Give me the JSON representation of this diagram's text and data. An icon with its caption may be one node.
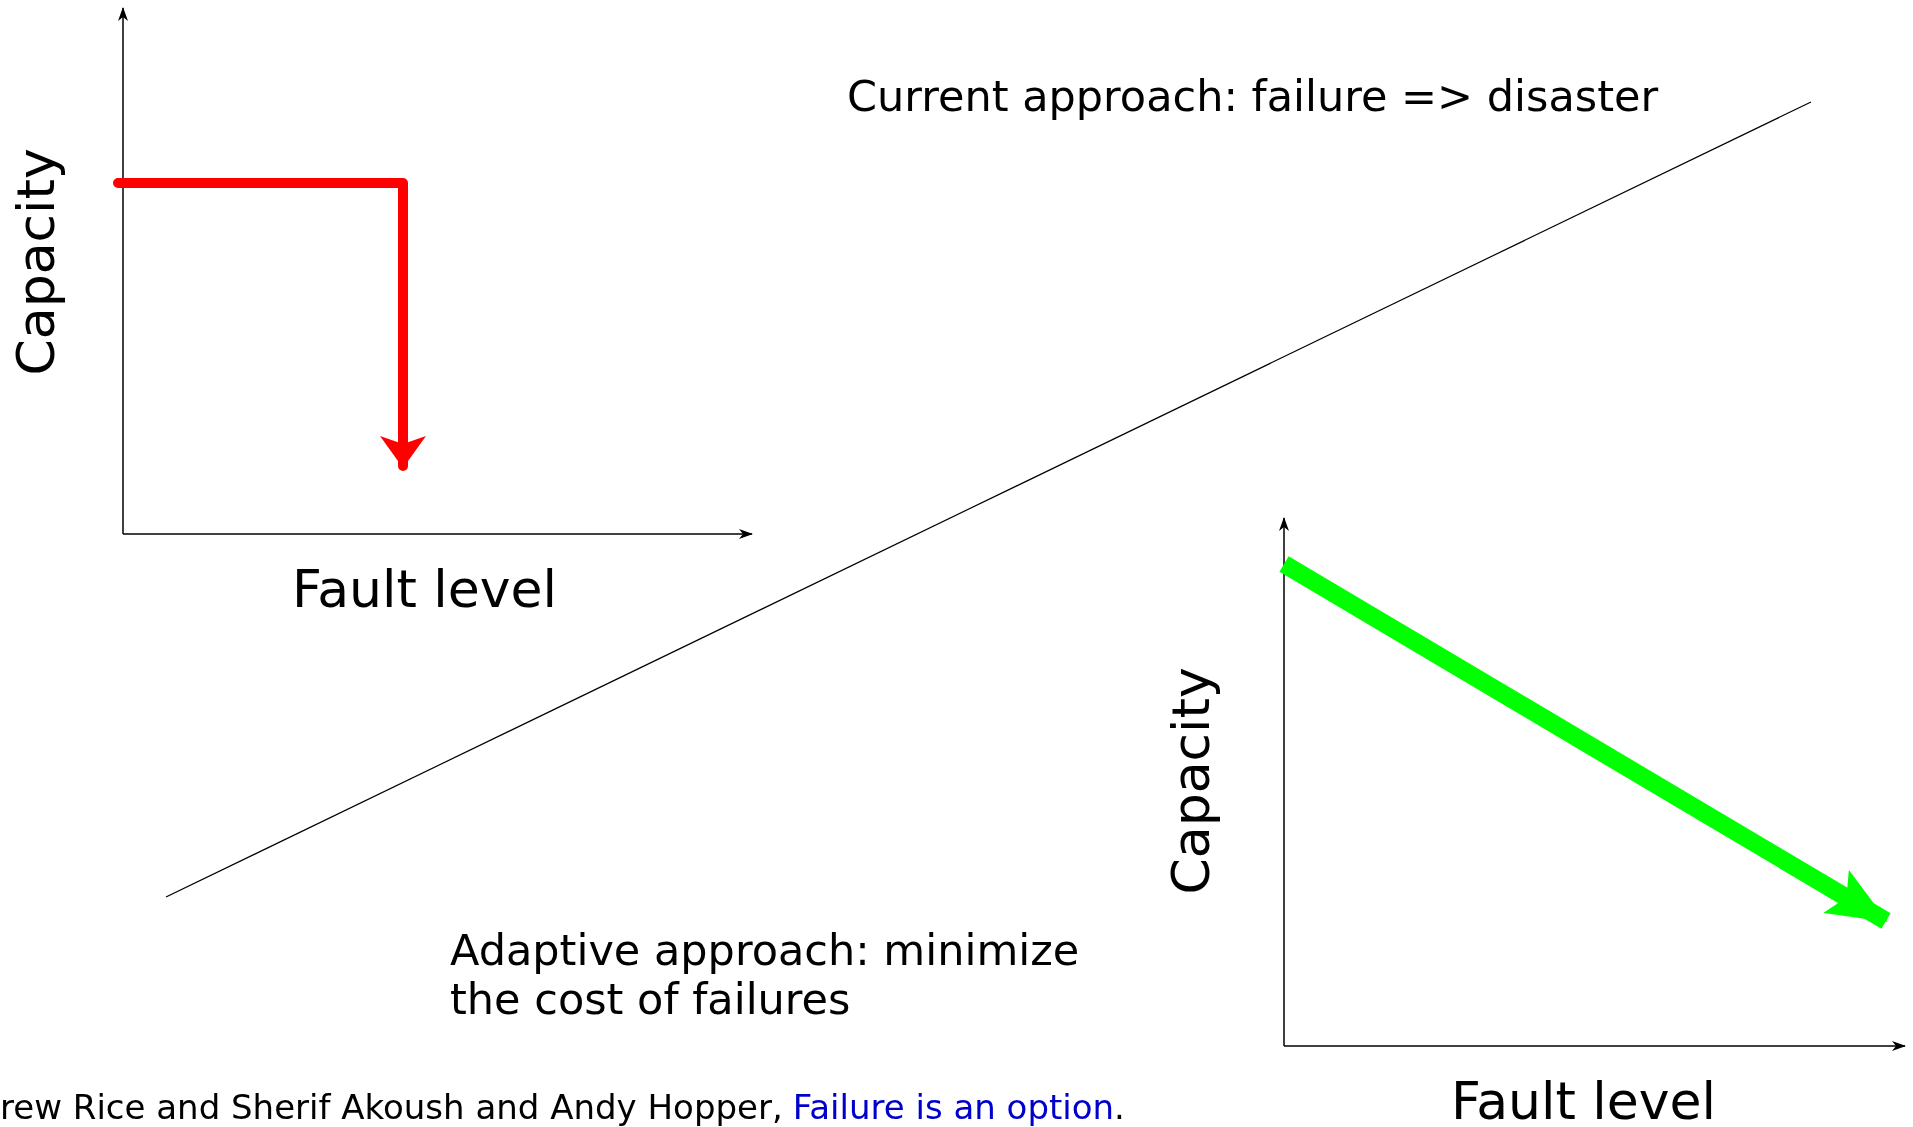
{
  "diagram": {
    "labels": [
      "Capacity",
      "Current approach: failure => disaster",
      "Fault level",
      "Capacity",
      "Adaptive approach: minimize the cost of failures",
      "Fault level",
      "rew Rice and Sherif Akoush and Andy Hopper,",
      "Failure is an option",
      "."
    ]
  }
}
